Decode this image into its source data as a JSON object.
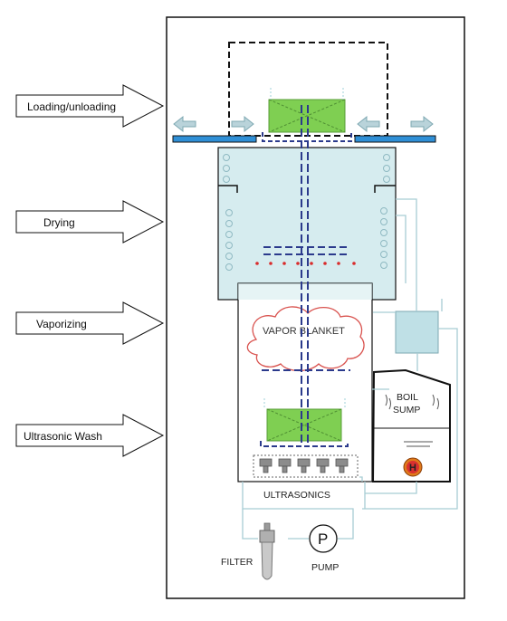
{
  "stages": {
    "loading": "Loading/unloading",
    "drying": "Drying",
    "vaporizing": "Vaporizing",
    "wash": "Ultrasonic Wash"
  },
  "labels": {
    "vapor_blanket": "VAPOR BLANKET",
    "boil": "BOIL",
    "sump": "SUMP",
    "heater": "H",
    "ultrasonics": "ULTRASONICS",
    "filter": "FILTER",
    "pump_symbol": "P",
    "pump": "PUMP"
  },
  "colors": {
    "frame": "#111111",
    "tank_fill": "#d6ecef",
    "cooling_coil": "#8fb9c2",
    "lid": "#2f8fd6",
    "basket_fill": "#7fcf52",
    "cradle": "#2b3a8c",
    "pipe": "#a8cdd4",
    "vapor_cloud": "#d9534f",
    "heater_ring": "#e07a1a",
    "heater_fill": "#d93030",
    "transducer": "#8c8c8c",
    "drip_dots": "#d92b2b",
    "arrow_fill": "#b9d3da"
  },
  "icons": {
    "stage_arrow": "right-pointing-arrow-icon",
    "lid_slide": "double-arrow-icon",
    "pump": "pump-icon",
    "heater": "heater-icon",
    "filter": "filter-icon"
  }
}
